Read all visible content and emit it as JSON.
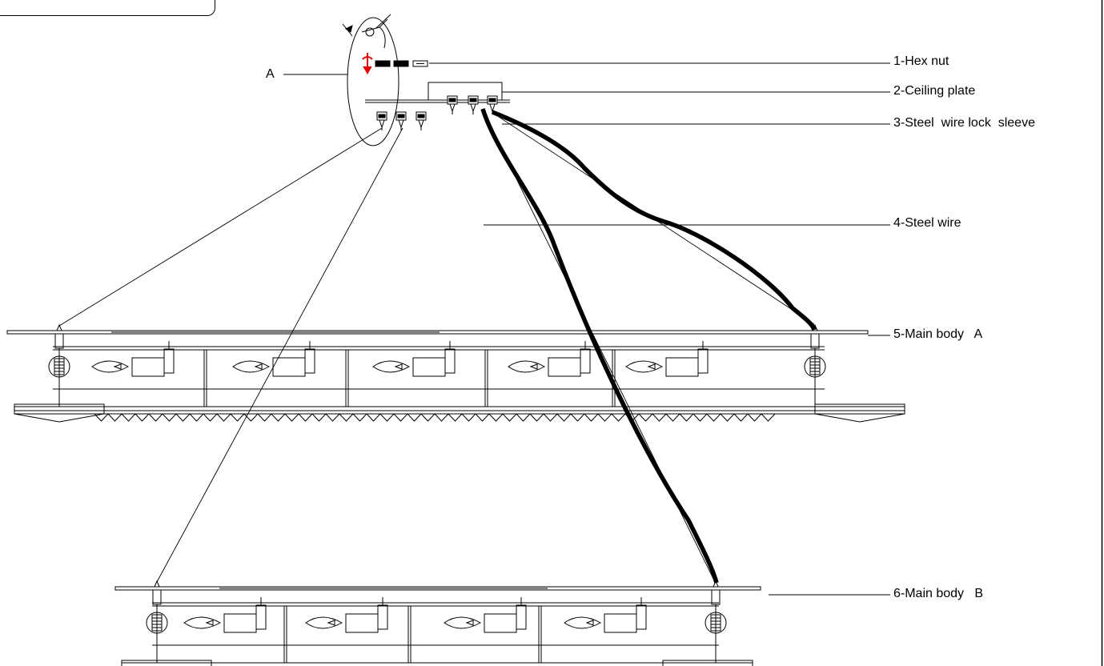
{
  "diagram": {
    "detail_label": "A",
    "callouts": [
      {
        "id": "hex-nut",
        "text": "1-Hex nut"
      },
      {
        "id": "ceiling-plate",
        "text": "2-Ceiling plate"
      },
      {
        "id": "lock-sleeve",
        "text": "3-Steel  wire lock  sleeve"
      },
      {
        "id": "steel-wire",
        "text": "4-Steel wire"
      },
      {
        "id": "main-body-a",
        "text": "5-Main body   A"
      },
      {
        "id": "main-body-b",
        "text": "6-Main body   B"
      }
    ],
    "tier_a_bulbs": 5,
    "tier_b_bulbs": 4,
    "colors": {
      "line": "#000000",
      "accent": "#e00000",
      "background": "#ffffff"
    }
  }
}
